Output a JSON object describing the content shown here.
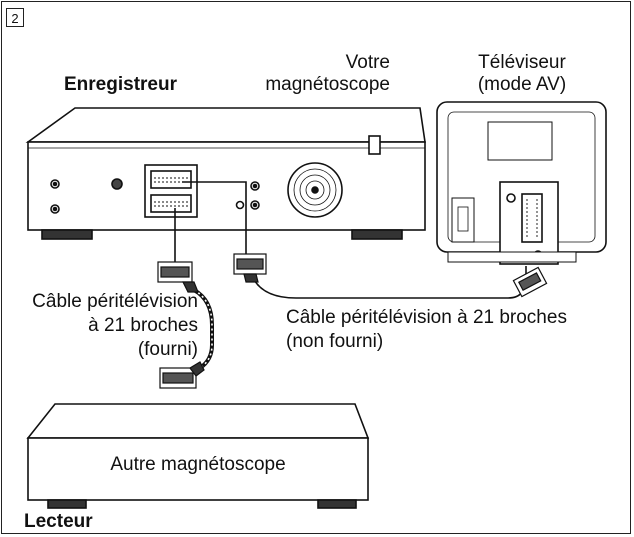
{
  "figure": {
    "step_number": "2",
    "labels": {
      "recorder": "Enregistreur",
      "your_vcr_line1": "Votre",
      "your_vcr_line2": "magnétoscope",
      "tv_line1": "Téléviseur",
      "tv_line2": "(mode AV)",
      "cable_left_line1": "Câble péritélévision",
      "cable_left_line2": "à 21 broches",
      "cable_left_line3": "(fourni)",
      "cable_right_line1": "Câble péritélévision à 21 broches",
      "cable_right_line2": "(non fourni)",
      "other_vcr": "Autre magnétoscope",
      "player": "Lecteur"
    }
  }
}
